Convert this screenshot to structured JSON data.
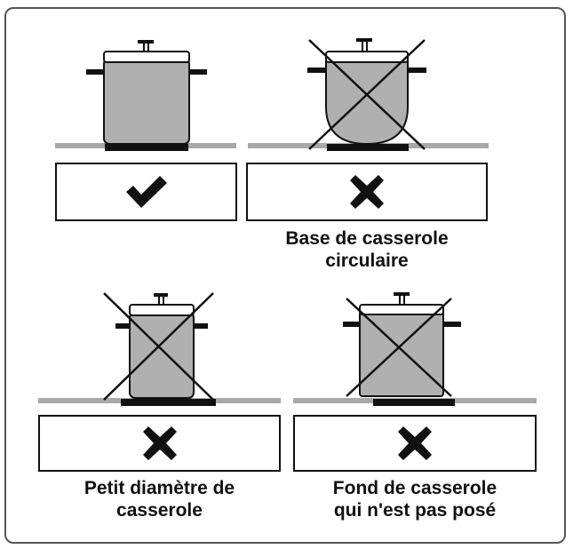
{
  "panels": [
    {
      "status": "correct",
      "status_icon": "check-icon",
      "caption_lines": []
    },
    {
      "status": "incorrect",
      "status_icon": "cross-icon",
      "caption_lines": [
        "Base de casserole",
        "circulaire"
      ]
    },
    {
      "status": "incorrect",
      "status_icon": "cross-icon",
      "caption_lines": [
        "Petit diamètre de",
        "casserole"
      ]
    },
    {
      "status": "incorrect",
      "status_icon": "cross-icon",
      "caption_lines": [
        "Fond de casserole",
        "qui n'est pas posé"
      ]
    }
  ],
  "colors": {
    "pot_fill": "#b0b0b0",
    "surface": "#a8a8a8",
    "burner": "#111111",
    "outline": "#111111"
  }
}
